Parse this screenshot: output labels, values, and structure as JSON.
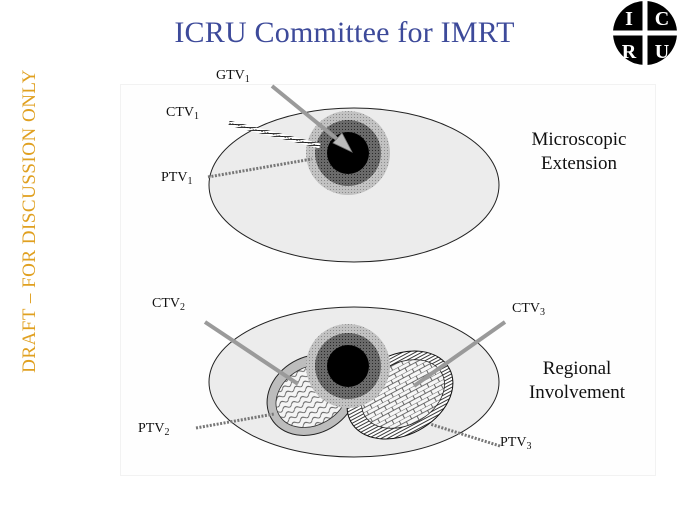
{
  "title": "ICRU Committee for IMRT",
  "side_banner": "DRAFT – FOR DISCUSSION ONLY",
  "logo": {
    "letters": [
      "I",
      "C",
      "R",
      "U"
    ]
  },
  "top_diagram": {
    "labels": {
      "gtv": {
        "base": "GTV",
        "sub": "1"
      },
      "ctv": {
        "base": "CTV",
        "sub": "1"
      },
      "ptv": {
        "base": "PTV",
        "sub": "1"
      }
    },
    "annotation_line1": "Microscopic",
    "annotation_line2": "Extension"
  },
  "bottom_diagram": {
    "labels": {
      "ctv2": {
        "base": "CTV",
        "sub": "2"
      },
      "ctv3": {
        "base": "CTV",
        "sub": "3"
      },
      "ptv2": {
        "base": "PTV",
        "sub": "2"
      },
      "ptv3": {
        "base": "PTV",
        "sub": "3"
      }
    },
    "annotation_line1": "Regional",
    "annotation_line2": "Involvement"
  },
  "colors": {
    "title": "#3d4a9a",
    "banner": "#e0a020",
    "body_fill": "#ececec",
    "ptv_fill": "#b4b4b4",
    "ctv_fill": "#5a5a5a",
    "gtv_fill": "#000000",
    "arrow": "#999999"
  }
}
